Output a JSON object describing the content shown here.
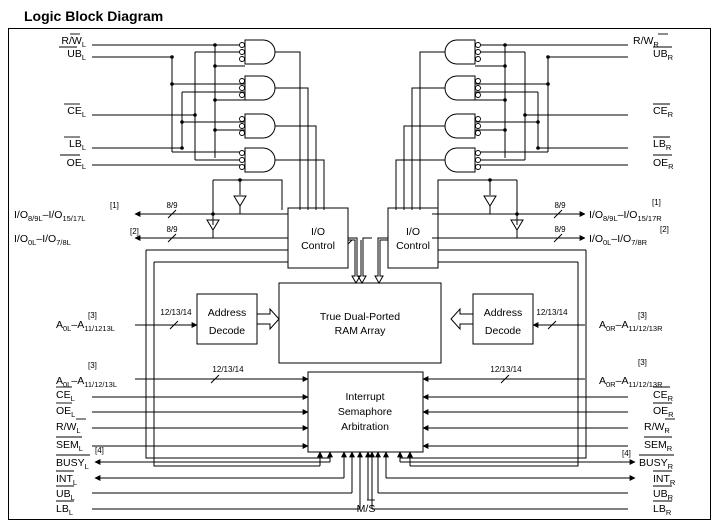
{
  "title": "Logic Block Diagram",
  "blocks": {
    "io_left": [
      "I/O",
      "Control"
    ],
    "io_right": [
      "I/O",
      "Control"
    ],
    "ram": [
      "True Dual-Ported",
      "RAM Array"
    ],
    "addr_left": [
      "Address",
      "Decode"
    ],
    "addr_right": [
      "Address",
      "Decode"
    ],
    "interrupt": [
      "Interrupt",
      "Semaphore",
      "Arbitration"
    ]
  },
  "bus_widths": {
    "io_upper": "8/9",
    "io_lower": "8/9",
    "addr_decode": "12/13/14",
    "addr_interrupt": "12/13/14"
  },
  "notes": [
    "[1]",
    "[2]",
    "[3]",
    "[3]",
    "[4]"
  ],
  "bottom_label": "M/S",
  "signals_left": {
    "rw": "R/W",
    "rw_sub": "L",
    "ub": "UB",
    "ub_sub": "L",
    "ce": "CE",
    "ce_sub": "L",
    "lb": "LB",
    "lb_sub": "L",
    "oe": "OE",
    "oe_sub": "L",
    "io_hi": "I/O",
    "io_hi_sub": "8/9L",
    "io_hi_mid": "–I/O",
    "io_hi_sub2": "15/17L",
    "io_lo": "I/O",
    "io_lo_sub": "0L",
    "io_lo_mid": "–I/O",
    "io_lo_sub2": "7/8L",
    "addr_a": "A",
    "addr_a_sub": "0L",
    "addr_a_mid": "–A",
    "addr_a_sub2": "11/1213L",
    "addr_b": "A",
    "addr_b_sub": "0L",
    "addr_b_mid": "–A",
    "addr_b_sub2": "11/12/13L",
    "ce2": "CE",
    "ce2_sub": "L",
    "oe2": "OE",
    "oe2_sub": "L",
    "rw2": "R/W",
    "rw2_sub": "L",
    "sem": "SEM",
    "sem_sub": "L",
    "busy": "BUSY",
    "busy_sub": "L",
    "int": "INT",
    "int_sub": "L",
    "ub2": "UB",
    "ub2_sub": "L",
    "lb2": "LB",
    "lb2_sub": "L"
  },
  "signals_right": {
    "rw": "R/W",
    "rw_sub": "R",
    "ub": "UB",
    "ub_sub": "R",
    "ce": "CE",
    "ce_sub": "R",
    "lb": "LB",
    "lb_sub": "R",
    "oe": "OE",
    "oe_sub": "R",
    "io_hi": "I/O",
    "io_hi_sub": "8/9L",
    "io_hi_mid": "–I/O",
    "io_hi_sub2": "15/17R",
    "io_lo": "I/O",
    "io_lo_sub": "0L",
    "io_lo_mid": "–I/O",
    "io_lo_sub2": "7/8R",
    "addr_a": "A",
    "addr_a_sub": "0R",
    "addr_a_mid": "–A",
    "addr_a_sub2": "11/12/13R",
    "addr_b": "A",
    "addr_b_sub": "0R",
    "addr_b_mid": "–A",
    "addr_b_sub2": "11/12/13R",
    "ce2": "CE",
    "ce2_sub": "R",
    "oe2": "OE",
    "oe2_sub": "R",
    "rw2": "R/W",
    "rw2_sub": "R",
    "sem": "SEM",
    "sem_sub": "R",
    "busy": "BUSY",
    "busy_sub": "R",
    "int": "INT",
    "int_sub": "R",
    "ub2": "UB",
    "ub2_sub": "R",
    "lb2": "LB",
    "lb2_sub": "R"
  }
}
